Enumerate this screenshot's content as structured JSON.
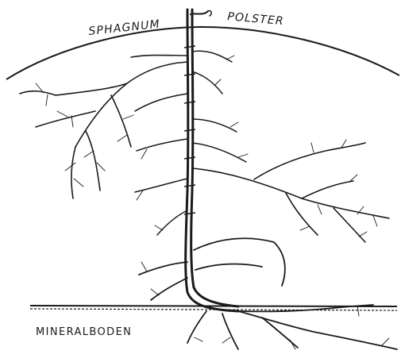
{
  "labels": {
    "top_left": "SPHAGNUM",
    "top_right": "POLSTER",
    "bottom_left": "MINERALBODEN"
  },
  "colors": {
    "ink": "#1a1a1a",
    "paper": "#ffffff"
  }
}
